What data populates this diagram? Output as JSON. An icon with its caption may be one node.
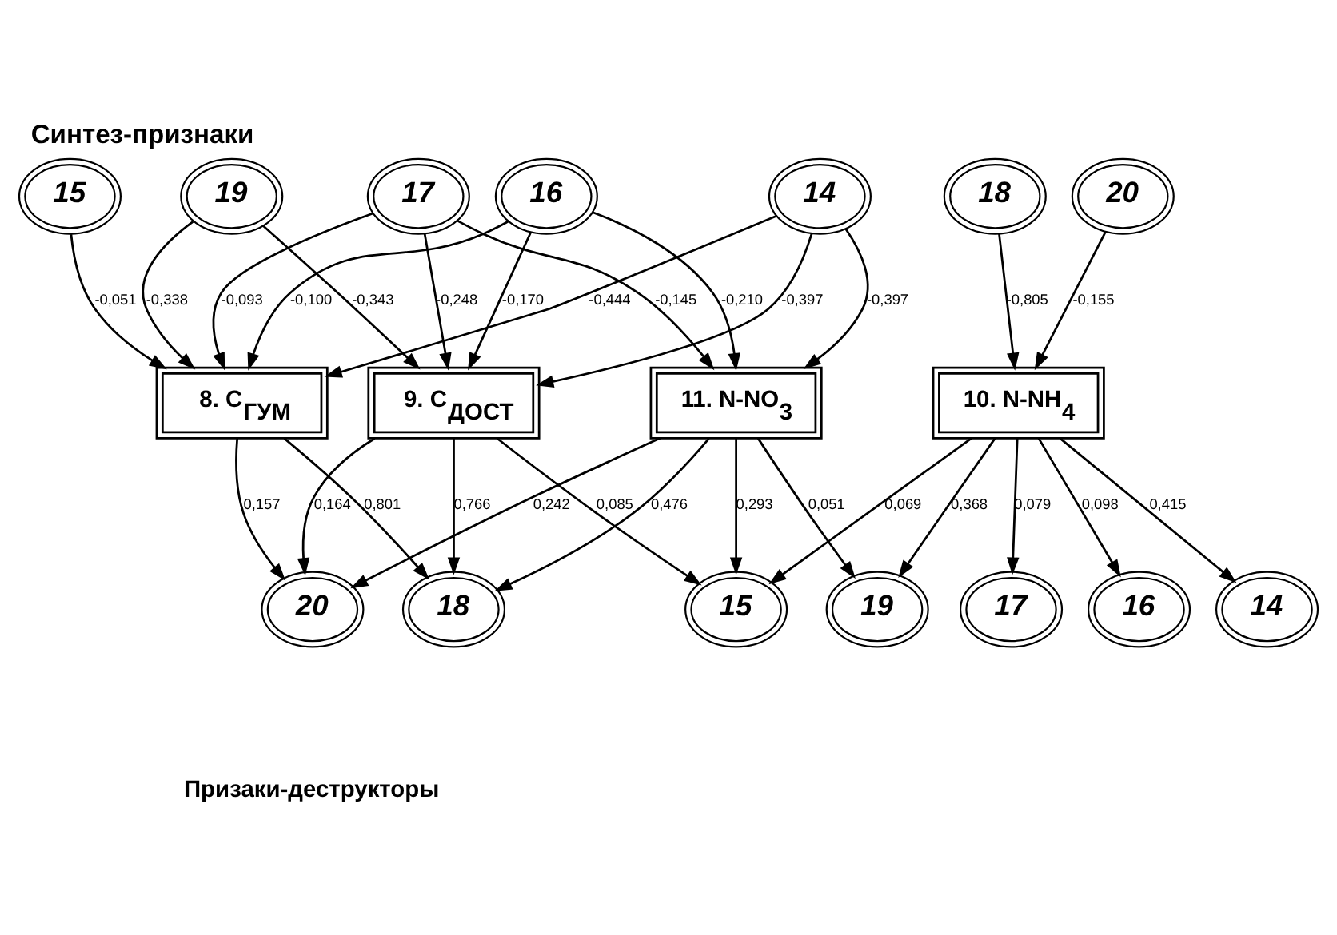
{
  "diagram": {
    "title": "Синтез-признаки",
    "nodes": [
      {
        "text": [
          "16"
        ]
      },
      {
        "text": [
          "19"
        ]
      },
      {
        "text": [
          "17"
        ]
      },
      {
        "text": [
          "18"
        ]
      },
      {
        "text": [
          "15"
        ]
      },
      {
        "text": [
          "14"
        ]
      },
      {
        "text": [
          "20"
        ]
      },
      {
        "text": [
          "8. C$_{ГУМ}$"
        ]
      },
      {
        "text": [
          "9. C$_{ДОСТ}$"
        ]
      },
      {
        "text": [
          "10. N-NH$_{4}$"
        ]
      },
      {
        "text": [
          "11. N-NO$_{3}$"
        ]
      },
      {
        "text": [
          "20"
        ]
      },
      {
        "text": [
          "18"
        ]
      },
      {
        "text": [
          "15"
        ]
      },
      {
        "text": [
          "19"
        ]
      },
      {
        "text": [
          "17"
        ]
      },
      {
        "text": [
          "16"
        ]
      },
      {
        "text": [
          "14"
        ]
      }
    ],
    "edges": [
      {
        "from": 0,
        "to": 7,
        "arrow": "to",
        "label": "-0,100"
      },
      {
        "from": 0,
        "to": 8,
        "arrow": "to",
        "label": "-0,170"
      },
      {
        "from": 0,
        "to": 10,
        "arrow": "to",
        "label": "-0,210"
      },
      {
        "from": 1,
        "to": 7,
        "arrow": "to",
        "label": "-0,338"
      },
      {
        "from": 1,
        "to": 8,
        "arrow": "to",
        "label": "-0,343"
      },
      {
        "from": 2,
        "to": 7,
        "arrow": "to",
        "label": "-0,093"
      },
      {
        "from": 2,
        "to": 8,
        "arrow": "to",
        "label": "-0,248"
      },
      {
        "from": 2,
        "to": 10,
        "arrow": "to",
        "label": "-0,145"
      },
      {
        "from": 3,
        "to": 9,
        "arrow": "to",
        "label": "-0,805"
      },
      {
        "from": 4,
        "to": 7,
        "arrow": "to",
        "label": "-0,051"
      },
      {
        "from": 5,
        "to": 7,
        "arrow": "to",
        "label": "-0,444"
      },
      {
        "from": 5,
        "to": 8,
        "arrow": "to",
        "label": "-0,397"
      },
      {
        "from": 5,
        "to": 10,
        "arrow": "to",
        "label": "-0,397"
      },
      {
        "from": 6,
        "to": 9,
        "arrow": "to",
        "label": "-0,155"
      },
      {
        "from": 7,
        "to": 11,
        "arrow": "to",
        "label": "0,157"
      },
      {
        "from": 8,
        "to": 11,
        "arrow": "to",
        "label": "0,164"
      },
      {
        "from": 7,
        "to": 12,
        "arrow": "to",
        "label": "0,801"
      },
      {
        "from": 8,
        "to": 12,
        "arrow": "to",
        "label": "0,766"
      },
      {
        "from": 8,
        "to": 13,
        "arrow": "to",
        "label": "0,085"
      },
      {
        "from": 9,
        "to": 13,
        "arrow": "to",
        "label": "0,069"
      },
      {
        "from": 10,
        "to": 13,
        "arrow": "to",
        "label": "0,293"
      },
      {
        "from": 9,
        "to": 15,
        "arrow": "to",
        "label": "0,079"
      },
      {
        "from": 9,
        "to": 16,
        "arrow": "to",
        "label": "0,098"
      },
      {
        "from": 9,
        "to": 17,
        "arrow": "to",
        "label": "0,415"
      },
      {
        "from": 9,
        "to": 14,
        "arrow": "to",
        "label": "0,368"
      },
      {
        "from": 10,
        "to": 14,
        "arrow": "to",
        "label": "0,051"
      },
      {
        "from": 10,
        "to": 11,
        "arrow": "to",
        "label": "0,242"
      },
      {
        "from": 10,
        "to": 12,
        "arrow": "to",
        "label": "0,476"
      }
    ],
    "labels": [
      "Призаки-деструкторы"
    ]
  }
}
